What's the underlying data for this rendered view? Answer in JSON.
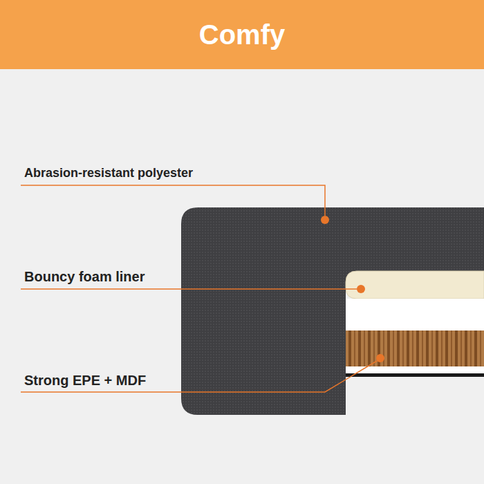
{
  "diagram": {
    "title": "Comfy",
    "labels": [
      "Abrasion-resistant polyester",
      "Bouncy foam liner",
      "Strong EPE + MDF"
    ]
  }
}
